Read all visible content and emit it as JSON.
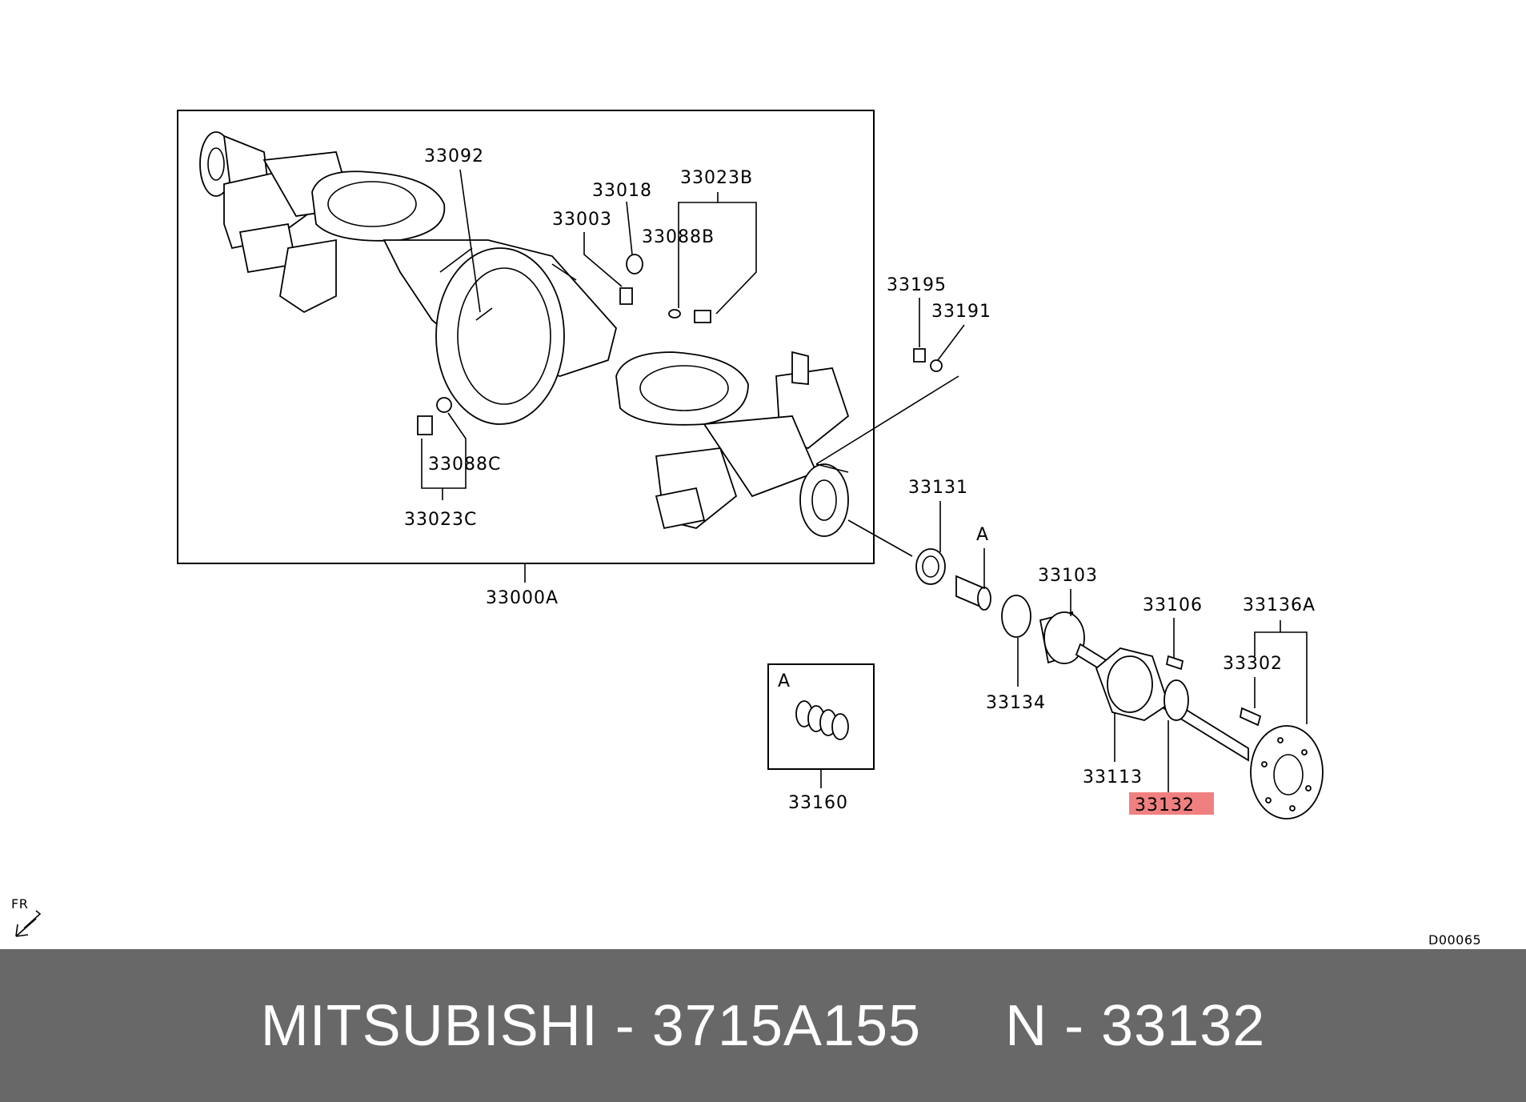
{
  "labels": {
    "p33092": "33092",
    "p33018": "33018",
    "p33023B": "33023B",
    "p33003": "33003",
    "p33088B": "33088B",
    "p33195": "33195",
    "p33191": "33191",
    "p33088C": "33088C",
    "p33023C": "33023C",
    "p33000A": "33000A",
    "p33131": "33131",
    "callout_a": "A",
    "p33103": "33103",
    "p33106": "33106",
    "p33136A": "33136A",
    "p33302": "33302",
    "p33134": "33134",
    "p33113": "33113",
    "p33132": "33132",
    "inset_a": "A",
    "p33160": "33160",
    "fr": "FR",
    "diagram_code": "D00065"
  },
  "highlight_color": "#f08080",
  "footer": {
    "text": "MITSUBISHI - 3715A155     N - 33132",
    "background": "#686868"
  }
}
